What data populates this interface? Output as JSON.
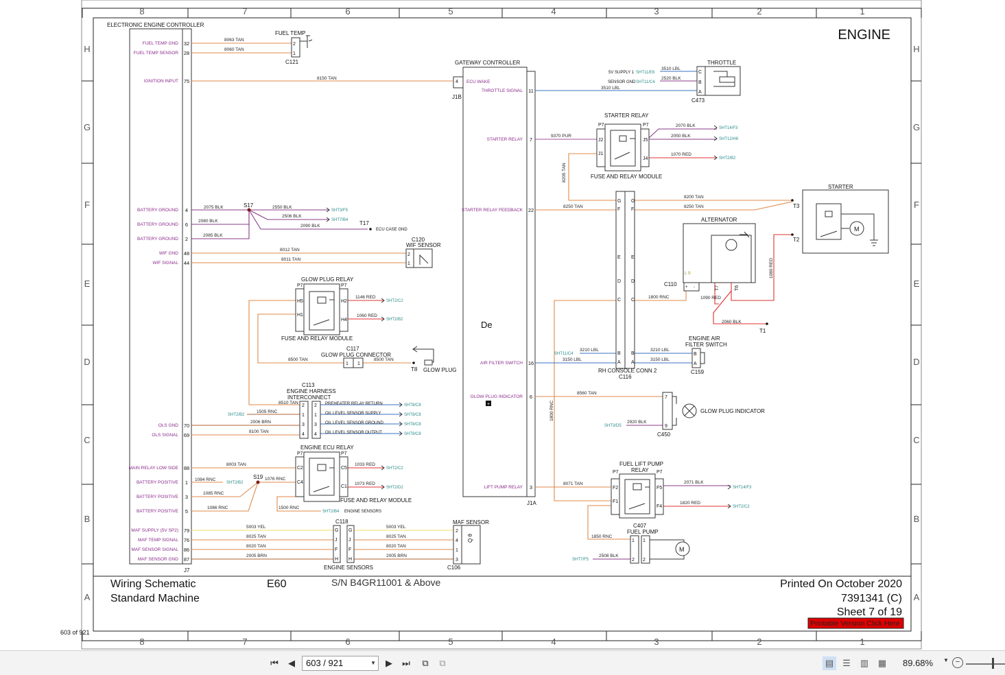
{
  "sheet": {
    "title": "ENGINE",
    "cols": [
      "8",
      "7",
      "6",
      "5",
      "4",
      "3",
      "2",
      "1"
    ],
    "rows": [
      "H",
      "G",
      "F",
      "E",
      "D",
      "C",
      "B",
      "A"
    ],
    "page_label": "603 of 921",
    "printable_button": "Printable Version Click Here",
    "stray_text": "De"
  },
  "title_block": {
    "line1": "Wiring Schematic",
    "line2": "Standard Machine",
    "model": "E60",
    "serial": "S/N B4GR11001 & Above",
    "printed": "Printed On October 2020",
    "doc": "7391341 (C)",
    "sheet": "Sheet 7 of 19"
  },
  "ecu": {
    "title": "ELECTRONIC ENGINE CONTROLLER",
    "connector": "J7",
    "pins": [
      {
        "label": "FUEL TEMP GND",
        "pin": "32"
      },
      {
        "label": "FUEL TEMP SENSOR",
        "pin": "28"
      },
      {
        "label": "IGNITION INPUT",
        "pin": "75"
      },
      {
        "label": "BATTERY GROUND",
        "pin": "4"
      },
      {
        "label": "BATTERY GROUND",
        "pin": "6"
      },
      {
        "label": "BATTERY GROUND",
        "pin": "2"
      },
      {
        "label": "WIF GND",
        "pin": "48"
      },
      {
        "label": "WIF SIGNAL",
        "pin": "44"
      },
      {
        "label": "OLS GND",
        "pin": "70"
      },
      {
        "label": "OLS SIGNAL",
        "pin": "69"
      },
      {
        "label": "MAIN RELAY LOW SIDE",
        "pin": "88"
      },
      {
        "label": "BATTERY POSITIVE",
        "pin": "1"
      },
      {
        "label": "BATTERY POSITIVE",
        "pin": "3"
      },
      {
        "label": "BATTERY POSITIVE",
        "pin": "5"
      },
      {
        "label": "MAF SUPPLY (5V SP2)",
        "pin": "79"
      },
      {
        "label": "MAF TEMP SIGNAL",
        "pin": "76"
      },
      {
        "label": "MAF SENSOR SIGNAL",
        "pin": "86"
      },
      {
        "label": "MAF SENSOR GND",
        "pin": "87"
      }
    ]
  },
  "gateway": {
    "title": "GATEWAY CONTROLLER",
    "conn_top": "J1B",
    "conn_bottom": "J1A",
    "ecu_wake": "ECU WAKE",
    "ecu_wake_pin": "4",
    "pins": [
      {
        "label": "THROTTLE SIGNAL",
        "pin": "11"
      },
      {
        "label": "STARTER RELAY",
        "pin": "7"
      },
      {
        "label": "STARTER RELAY FEEDBACK",
        "pin": "22"
      },
      {
        "label": "AIR FILTER SWITCH",
        "pin": "16"
      },
      {
        "label": "GLOW PLUG INDICATOR",
        "pin": "6"
      },
      {
        "label": "LIFT PUMP RELAY",
        "pin": "3"
      }
    ]
  },
  "wire_labels": {
    "w8063": "8063 TAN",
    "w8060": "8060 TAN",
    "w8150": "8150 TAN",
    "w2075": "2075 BLK",
    "w2080": "2080 BLK",
    "w2085": "2085 BLK",
    "w2550": "2550 BLK",
    "w2506": "2506 BLK",
    "w2090": "2090 BLK",
    "w8012": "8012 TAN",
    "w8011": "8011 TAN",
    "w1146": "1146 RED",
    "w1060": "1060 RED",
    "w8500a": "8500 TAN",
    "w8500b": "8500 TAN",
    "w8510": "8510 TAN",
    "w1505": "1505 RNC",
    "w2006": "2006 BRN",
    "w8100": "8100 TAN",
    "w8003": "8003 TAN",
    "w1084": "1084 RNC",
    "w1085": "1085 RNC",
    "w1086": "1086 RNC",
    "w1076": "1076 RNC",
    "w1033": "1033 RED",
    "w1073": "1073 RED",
    "w1500": "1500 RNC",
    "w5003a": "5003 YEL",
    "w8025a": "8025 TAN",
    "w8020a": "8020 TAN",
    "w2005a": "2005 BRN",
    "w5003b": "5003 YEL",
    "w8025b": "8025 TAN",
    "w8020b": "8020 TAN",
    "w2005b": "2005 BRN",
    "w3510a": "3510 LBL",
    "w2520": "2520 BLK",
    "w3510b": "3510 LBL",
    "w9370": "9370 PUR",
    "w2070": "2070 BLK",
    "w2050": "2050 BLK",
    "w1070": "1070 RED",
    "w8205": "8205 TAN",
    "w8250": "8250 TAN",
    "w8200": "8200 TAN",
    "w8250b": "8250 TAN",
    "w1080": "1080 RED",
    "w1800": "1800 RNC",
    "w1090": "1090 RED",
    "w2060": "2060 BLK",
    "w3210a": "3210 LBL",
    "w3150a": "3150 LBL",
    "w3210b": "3210 LBL",
    "w3150b": "3150 LBL",
    "w8560": "8560 TAN",
    "w2920": "2920 BLK",
    "w1800v": "1800 RNC",
    "w8071": "8071 TAN",
    "w2071": "2071 BLK",
    "w1820": "1820 RED",
    "w1850": "1850 RNC",
    "w2508": "2508 BLK"
  },
  "components": {
    "fuel_temp": "FUEL TEMP",
    "c121": "C121",
    "throttle": "THROTTLE",
    "c473": "C473",
    "tps_5v": "5V SUPPLY 1",
    "tps_5v_ref": "SHT11/E6",
    "tps_gnd": "SENSOR GND",
    "tps_gnd_ref": "SHT11/C4",
    "starter_relay": "STARTER RELAY",
    "fuse_relay_module": "FUSE AND RELAY MODULE",
    "starter": "STARTER",
    "alternator": "ALTERNATOR",
    "c110": "C110",
    "s17": "S17",
    "t17": "T17",
    "ecu_case_gnd": "ECU CASE GND",
    "c120": "C120",
    "wif_sensor": "WIF SENSOR",
    "glow_relay": "GLOW PLUG RELAY",
    "glow_fuse_module": "FUSE AND RELAY MODULE",
    "c117": "C117",
    "glow_conn": "GLOW PLUG CONNECTOR",
    "t8": "T8",
    "glow_plug": "GLOW PLUG",
    "c113": "C113",
    "eng_harness": "ENGINE HARNESS",
    "interconnect": "INTERCONNECT",
    "preheater": "PREHEATER RELAY RETURN",
    "oil_supply": "OIL LEVEL SENSOR SUPPLY",
    "oil_ground": "OIL LEVEL SENSOR GROUND",
    "oil_output": "OIL LEVEL SENSOR OUTPUT",
    "ecu_relay": "ENGINE ECU RELAY",
    "ecu_fuse_module": "FUSE AND RELAY MODULE",
    "s19": "S19",
    "engine_sensors_ref": "ENGINE SENSORS",
    "c118": "C118",
    "engine_sensors": "ENGINE SENSORS",
    "maf_sensor": "MAF SENSOR",
    "c106": "C106",
    "rh_console": "RH CONSOLE CONN 2",
    "c116": "C116",
    "air_filter": "ENGINE AIR",
    "air_filter2": "FILTER SWITCH",
    "c159": "C159",
    "glow_indicator": "GLOW PLUG INDICATOR",
    "c450": "C450",
    "fuel_lift": "FUEL LIFT PUMP",
    "fuel_lift2": "RELAY",
    "c407": "C407",
    "fuel_pump": "FUEL PUMP",
    "t1": "T1",
    "t2": "T2",
    "t3": "T3",
    "t6": "T6",
    "t7": "T7",
    "p7": "P7"
  },
  "refs": {
    "sht3f5": "SHT3/F5",
    "sht7b4": "SHT7/B4",
    "sht2c2": "SHT2/C2",
    "sht2b2": "SHT2/B2",
    "sht8c8": "SHT8/C8",
    "sht2b2b": "SHT2/B2",
    "sht2d2": "SHT2/D2",
    "sht2b4": "SHT2/B4",
    "sht14f3": "SHT14/F3",
    "sht12h8": "SHT12/H8",
    "sht2b2c": "SHT2/B2",
    "sht11c4": "SHT11/C4",
    "sht3d5": "SHT3/D5",
    "sht7f5": "SHT7/F5",
    "sht2c2b": "SHT2/C2"
  },
  "toolbar": {
    "page_value": "603 / 921",
    "zoom": "89.68%"
  },
  "colors": {
    "tan": "#e0884a",
    "red": "#e03030",
    "blk": "#8a3a8a",
    "lbl": "#3a70c0",
    "yel": "#f0e060",
    "pur": "#a050a0",
    "brn": "#b06030",
    "label_purple": "#8a2a8a",
    "ref_teal": "#2a8a8a"
  }
}
